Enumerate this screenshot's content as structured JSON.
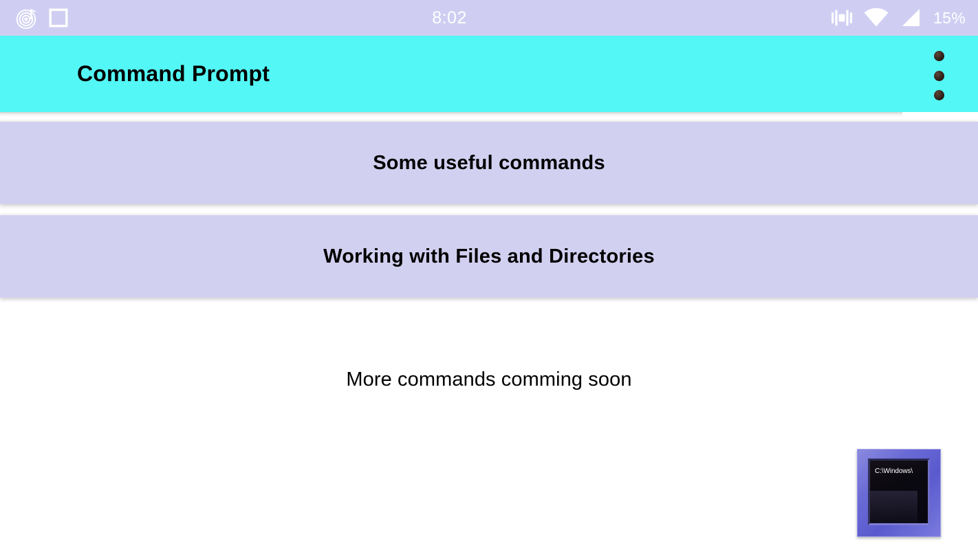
{
  "status_bar": {
    "time": "8:02",
    "battery": "15%",
    "background_color": "#cfcef2",
    "text_color": "#ffffff",
    "left_icons": [
      {
        "name": "music-notification-icon"
      },
      {
        "name": "square-notification-icon"
      }
    ],
    "right_icons": [
      {
        "name": "vibrate-icon"
      },
      {
        "name": "wifi-icon"
      },
      {
        "name": "cellular-signal-icon"
      }
    ]
  },
  "app_bar": {
    "title": "Command Prompt",
    "background_color": "#53f7f5",
    "title_color": "#000000",
    "overflow_menu_label": "More options"
  },
  "main": {
    "cards": [
      {
        "label": "Some useful commands"
      },
      {
        "label": "Working with Files and Directories"
      }
    ],
    "card_color": "#d2d0f0",
    "coming_soon_text": "More commands comming soon"
  },
  "app_icon": {
    "screen_text": "C:\\Windows\\",
    "frame_color": "#6b6bd6",
    "screen_color": "#0b0910"
  }
}
